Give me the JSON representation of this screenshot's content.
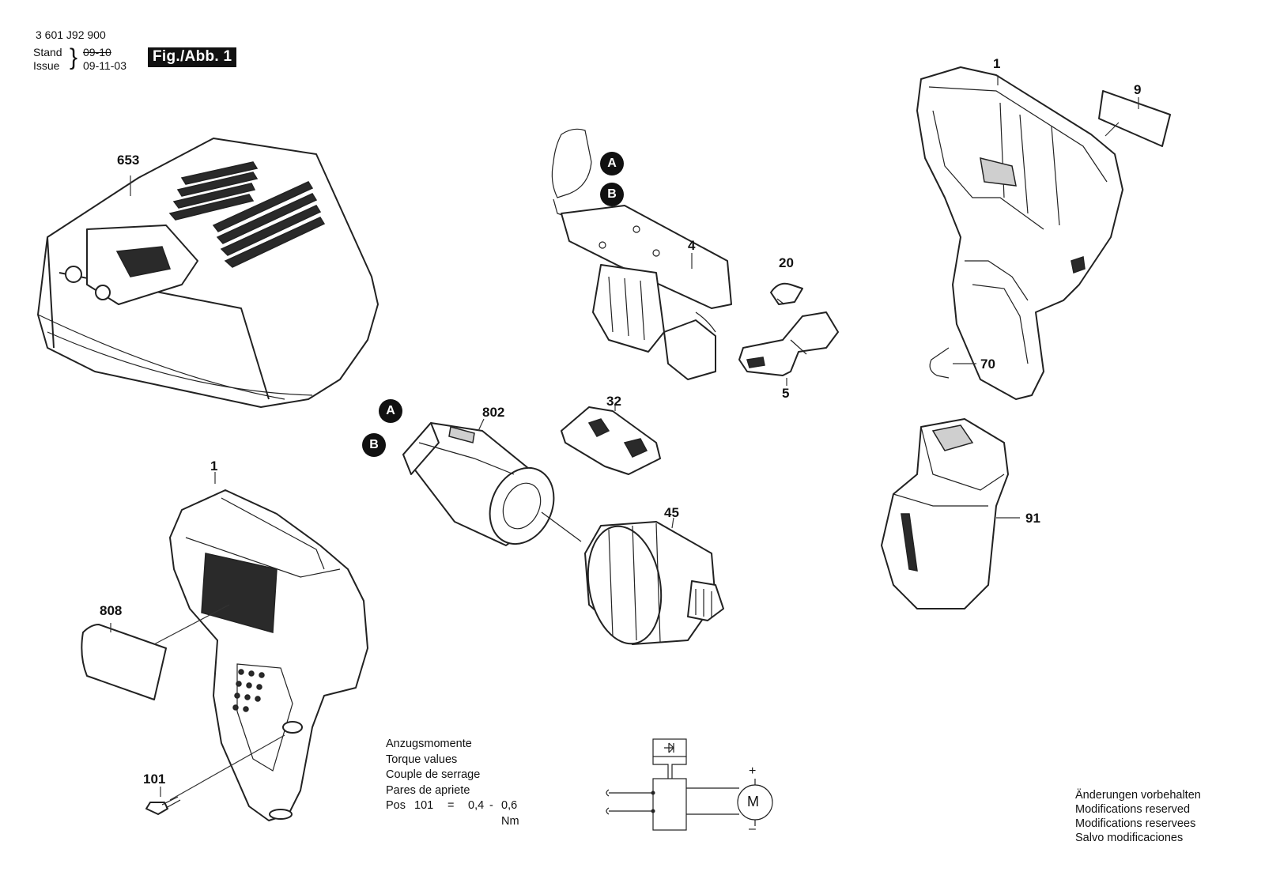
{
  "header": {
    "part_number": "3 601 J92 900",
    "stand_label": "Stand",
    "issue_label": "Issue",
    "stand_value": "09-10",
    "issue_value": "09-11-03",
    "figure_label": "Fig./Abb. 1"
  },
  "callouts": {
    "c653": "653",
    "c4": "4",
    "c20": "20",
    "c5": "5",
    "c1_top": "1",
    "c9": "9",
    "c70": "70",
    "c802": "802",
    "c32": "32",
    "c45": "45",
    "c91": "91",
    "c1_bottom": "1",
    "c808": "808",
    "c101": "101"
  },
  "connectors": {
    "a_top": "A",
    "b_top": "B",
    "a_motor": "A",
    "b_motor": "B"
  },
  "torque": {
    "lines": [
      "Anzugsmomente",
      "Torque values",
      "Couple de serrage",
      "Pares de apriete"
    ],
    "pos_label": "Pos",
    "pos_num": "101",
    "equals": "=",
    "value": "0,4",
    "dash": "-",
    "value2": "0,6 Nm"
  },
  "circuit": {
    "plus": "+",
    "minus": "–",
    "motor": "M"
  },
  "notice": {
    "lines": [
      "Änderungen vorbehalten",
      "Modifications reserved",
      "Modifications reservees",
      "Salvo modificaciones"
    ]
  },
  "colors": {
    "ink": "#111111",
    "background": "#ffffff"
  }
}
